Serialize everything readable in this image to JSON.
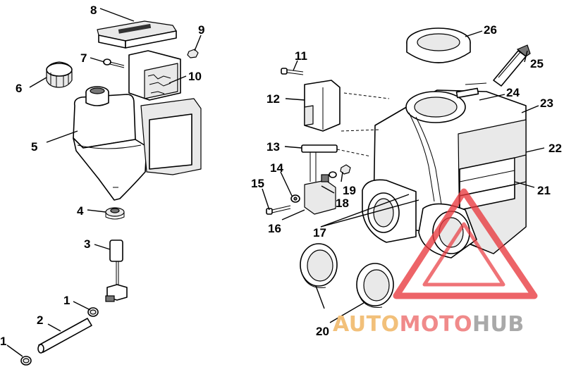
{
  "callouts": {
    "c1a": "1",
    "c1b": "1",
    "c2": "2",
    "c3": "3",
    "c4": "4",
    "c5": "5",
    "c6": "6",
    "c7": "7",
    "c8": "8",
    "c9": "9",
    "c10": "10",
    "c11": "11",
    "c12": "12",
    "c13": "13",
    "c14": "14",
    "c15": "15",
    "c16": "16",
    "c17": "17",
    "c18": "18",
    "c19": "19",
    "c20": "20",
    "c21": "21",
    "c22": "22",
    "c23": "23",
    "c24": "24",
    "c25": "25",
    "c26": "26"
  },
  "watermark": {
    "text_auto": "AUTO",
    "text_moto": "MOTO",
    "text_hub": "HUB",
    "color_auto": "#f2c07a",
    "color_moto": "#f08a8a",
    "color_hub": "#a9a9a9",
    "triangle_color": "#e8383d"
  }
}
